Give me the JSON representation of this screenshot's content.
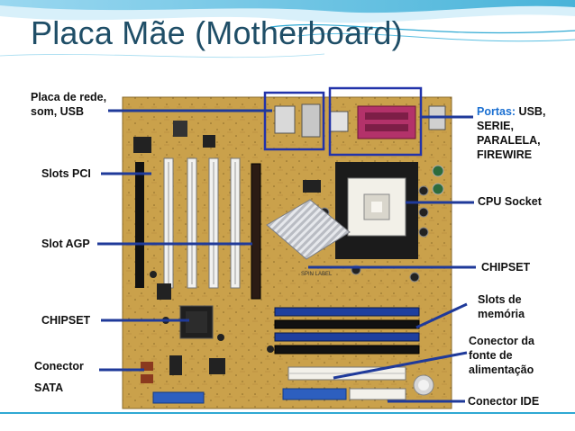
{
  "slide": {
    "title": "Placa Mãe (Motherboard)"
  },
  "colors": {
    "title": "#1f4e67",
    "accent": "#1a6fd1",
    "arrow": "#1f3a9a",
    "wave": "#2fa9d3",
    "board": "#c9a24a"
  },
  "labels": {
    "network": {
      "line1": "Placa de rede,",
      "line2": "som, USB"
    },
    "pci": "Slots PCI",
    "agp": "Slot AGP",
    "chipset_left": "CHIPSET",
    "sata": {
      "line1": "Conector",
      "line2": "SATA"
    },
    "ports": {
      "accent": "Portas:",
      "line1_rest": " USB,",
      "line2": "SERIE,",
      "line3": "PARALELA,",
      "line4": "FIREWIRE"
    },
    "cpu": "CPU Socket",
    "chipset_right": "CHIPSET",
    "memory": {
      "line1": "Slots de",
      "line2": "memória"
    },
    "power": {
      "line1": "Conector da",
      "line2": "fonte de",
      "line3": "alimentação"
    },
    "ide": "Conector IDE"
  },
  "board_marks": {
    "heatsink_label": "SPIN LABEL"
  }
}
